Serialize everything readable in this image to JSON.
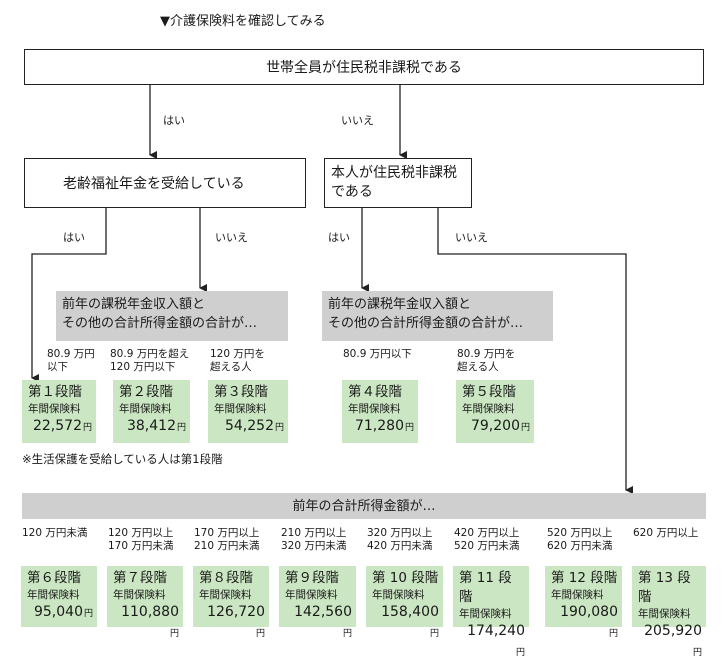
{
  "title": "▼介護保険料を確認してみる",
  "top_question": "世帯全員が住民税非課税である",
  "yes": "はい",
  "no": "いいえ",
  "q_pension": "老齢福祉年金を受給している",
  "q_self_line1": "本人が住民税非課税",
  "q_self_line2": "である",
  "income_question_line1": "前年の課税年金収入額と",
  "income_question_line2": "その他の合計所得金額の合計が…",
  "income_total_question": "前年の合計所得金額が…",
  "premium_label": "年間保険料",
  "yen": "円",
  "note": "※生活保護を受給している人は第1段階",
  "thresholds_left": [
    {
      "line1": "80.9 万円",
      "line2": "以下"
    },
    {
      "line1": "80.9 万円を超え",
      "line2": "120 万円以下"
    },
    {
      "line1": "120 万円を",
      "line2": "超える人"
    }
  ],
  "thresholds_right": [
    {
      "line1": "80.9 万円以下",
      "line2": ""
    },
    {
      "line1": "80.9 万円を",
      "line2": "超える人"
    }
  ],
  "thresholds_bottom": [
    {
      "line1": "120 万円未満",
      "line2": ""
    },
    {
      "line1": "120 万円以上",
      "line2": "170 万円未満"
    },
    {
      "line1": "170 万円以上",
      "line2": "210 万円未満"
    },
    {
      "line1": "210 万円以上",
      "line2": "320 万円未満"
    },
    {
      "line1": "320 万円以上",
      "line2": "420 万円未満"
    },
    {
      "line1": "420 万円以上",
      "line2": "520 万円未満"
    },
    {
      "line1": "520 万円以上",
      "line2": "620 万円未満"
    },
    {
      "line1": "620 万円以上",
      "line2": ""
    }
  ],
  "tiers": [
    {
      "name": "第１段階",
      "amount": "22,572"
    },
    {
      "name": "第２段階",
      "amount": "38,412"
    },
    {
      "name": "第３段階",
      "amount": "54,252"
    },
    {
      "name": "第４段階",
      "amount": "71,280"
    },
    {
      "name": "第５段階",
      "amount": "79,200"
    },
    {
      "name": "第６段階",
      "amount": "95,040"
    },
    {
      "name": "第７段階",
      "amount": "110,880"
    },
    {
      "name": "第８段階",
      "amount": "126,720"
    },
    {
      "name": "第９段階",
      "amount": "142,560"
    },
    {
      "name": "第 10 段階",
      "amount": "158,400"
    },
    {
      "name": "第 11 段階",
      "amount": "174,240"
    },
    {
      "name": "第 12 段階",
      "amount": "190,080"
    },
    {
      "name": "第 13 段階",
      "amount": "205,920"
    }
  ]
}
